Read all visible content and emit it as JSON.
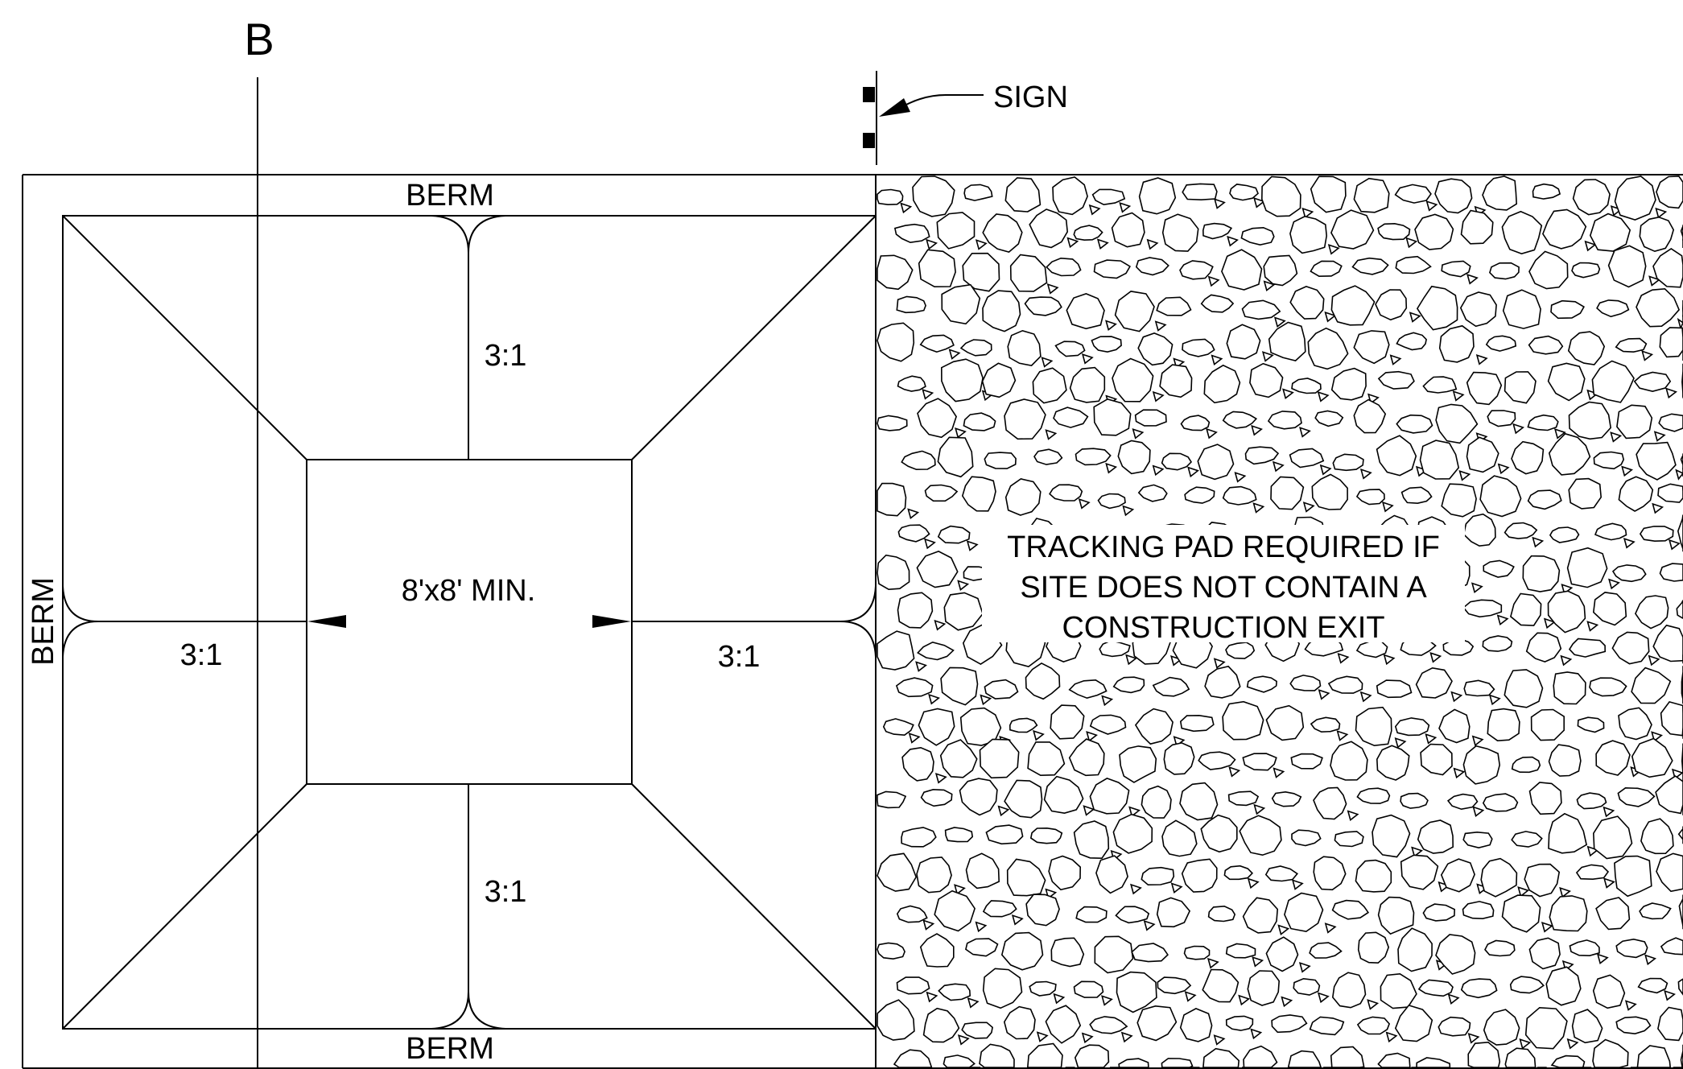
{
  "section_marker": "B",
  "sign_label": "SIGN",
  "berm_labels": {
    "top": "BERM",
    "bottom": "BERM",
    "left": "BERM"
  },
  "slope_labels": {
    "top": "3:1",
    "bottom": "3:1",
    "left": "3:1",
    "right": "3:1"
  },
  "dimension_label": "8'x8' MIN.",
  "tracking_pad_note": [
    "TRACKING PAD REQUIRED IF",
    "SITE DOES NOT CONTAIN A",
    "CONSTRUCTION EXIT"
  ],
  "colors": {
    "line": "#000000",
    "background": "#ffffff"
  }
}
